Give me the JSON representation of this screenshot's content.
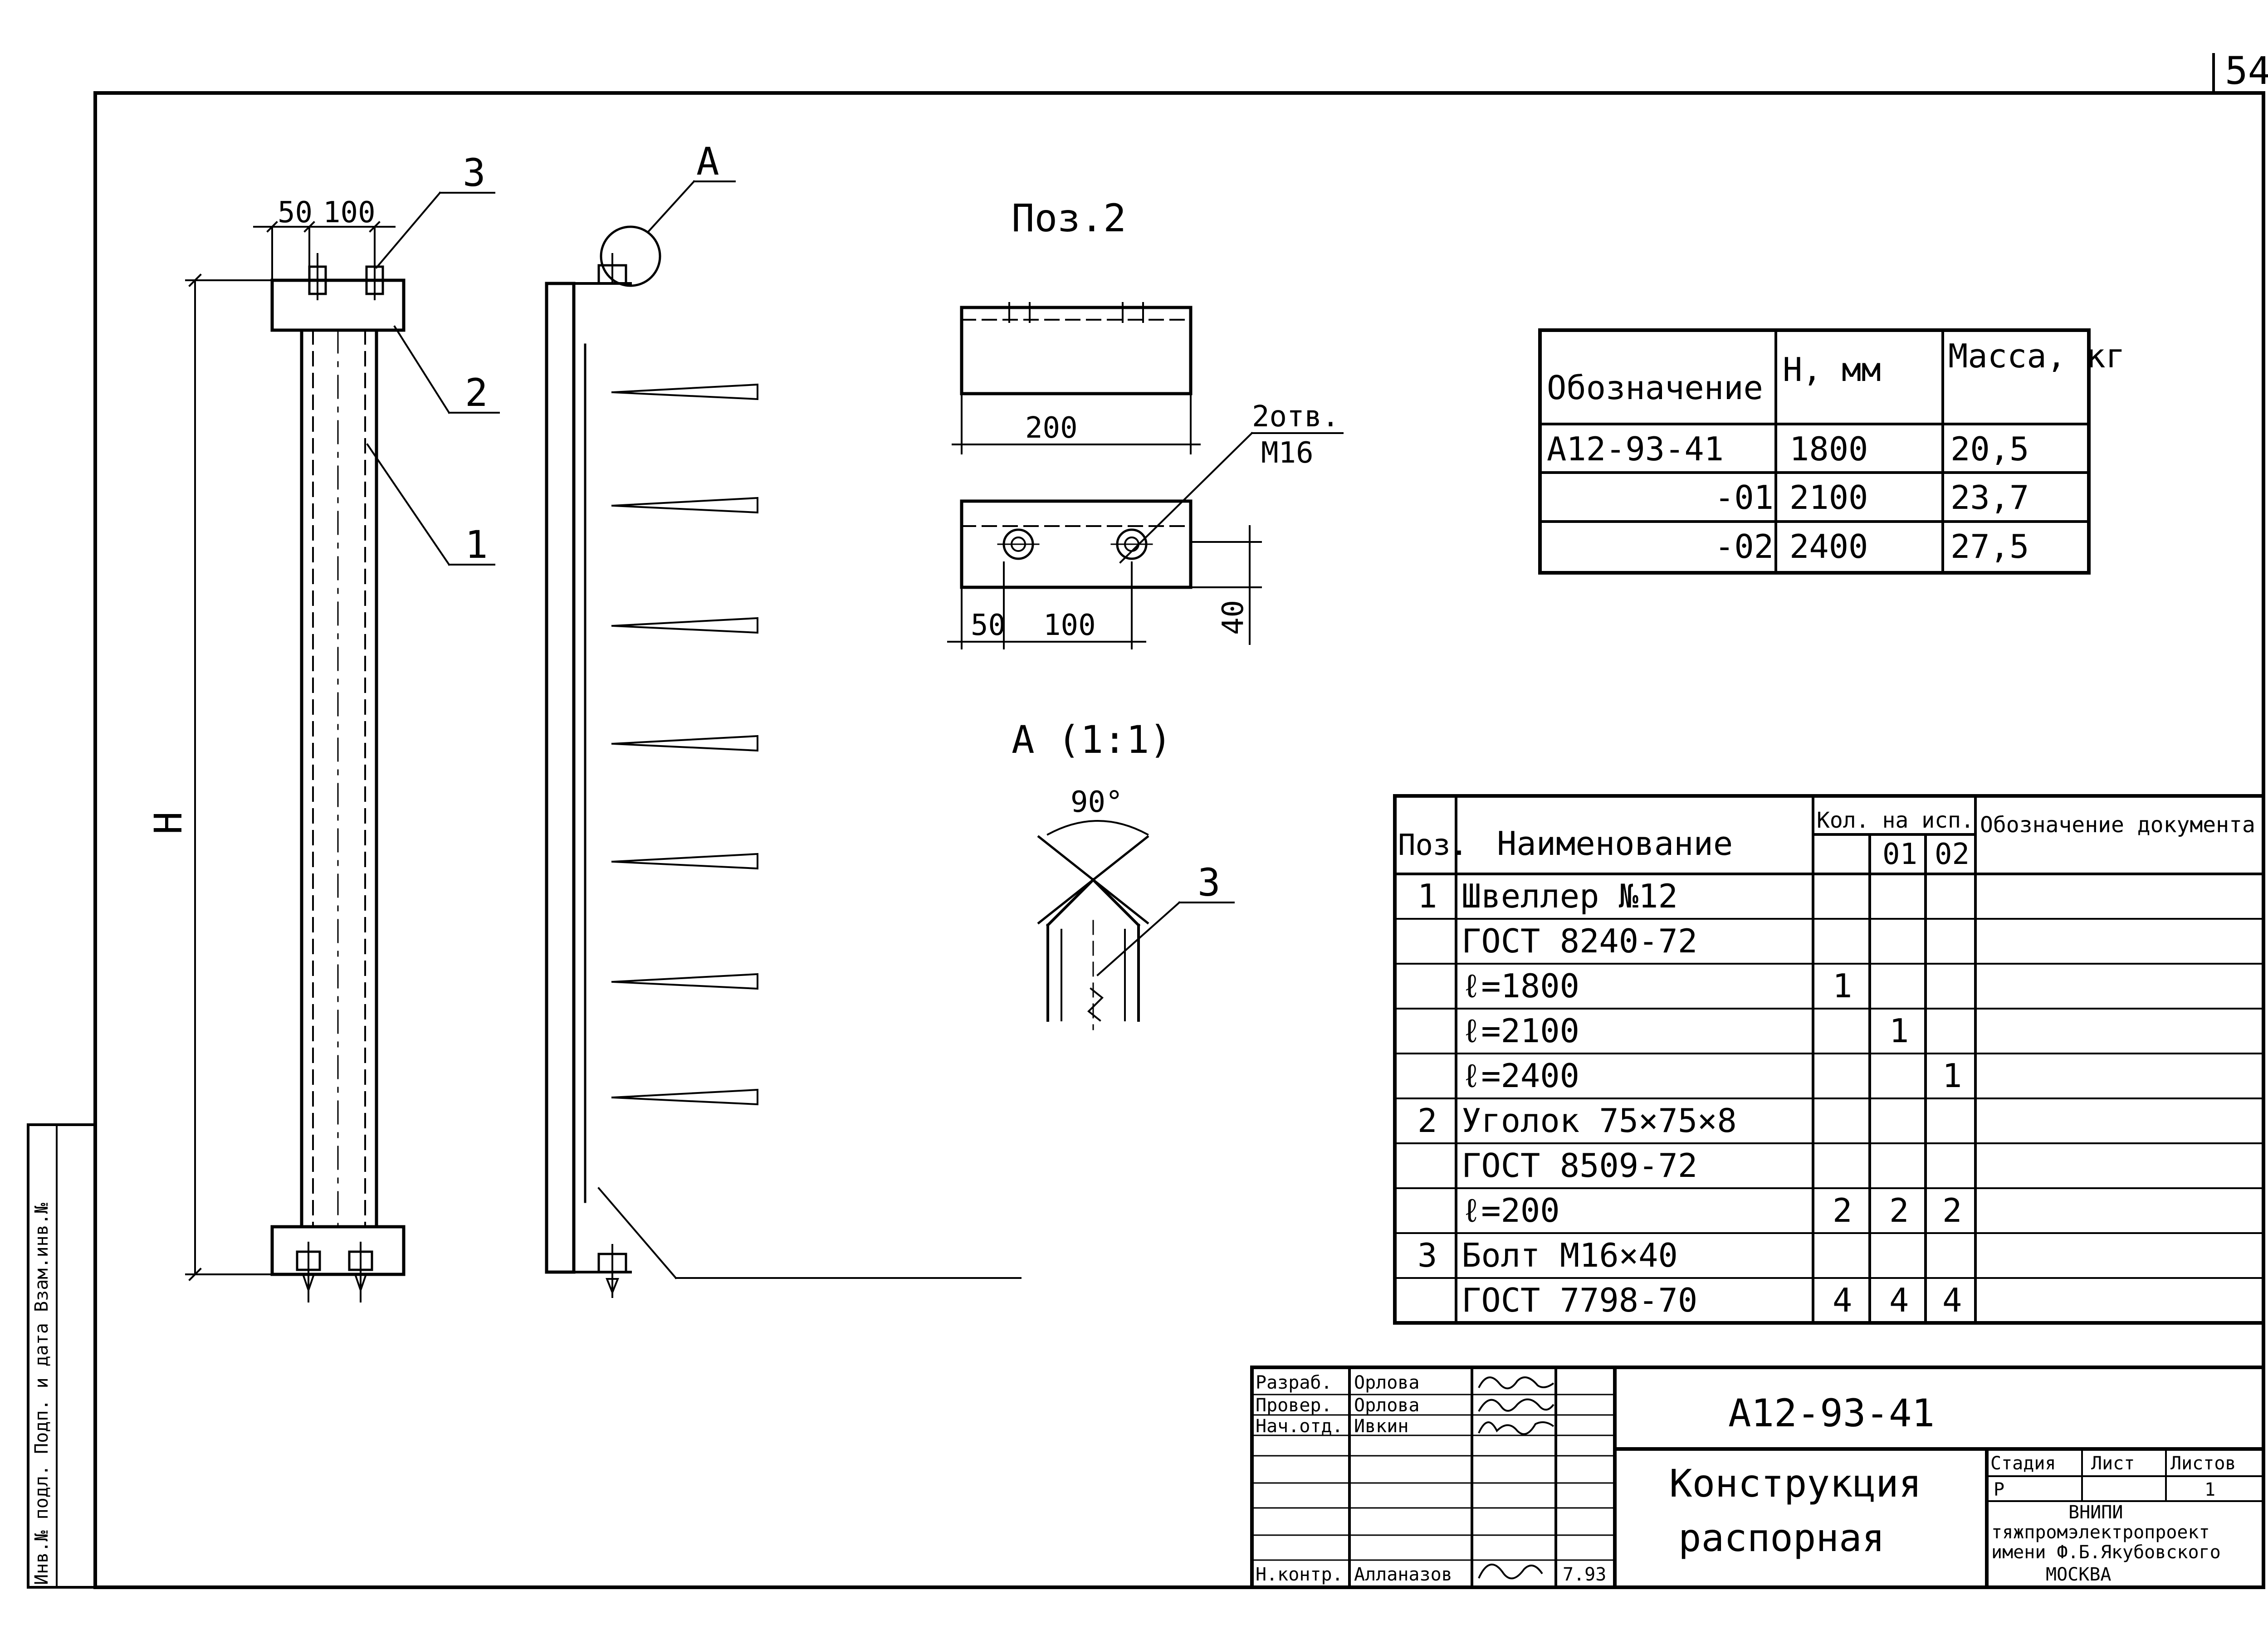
{
  "sheet_number": "54",
  "side_stamp": "Инв.№ подл. Подп. и дата Взам.инв.№",
  "main_view": {
    "dim_top_left": "50",
    "dim_top_right": "100",
    "height_label": "H",
    "callouts": [
      "3",
      "2",
      "1"
    ],
    "detail_callout": "А"
  },
  "pos2_detail": {
    "title": "Поз.2",
    "length_dim": "200",
    "holes_label_line1": "2отв.",
    "holes_label_line2": "М16",
    "dim_left": "50",
    "dim_mid": "100",
    "dim_height": "40"
  },
  "view_a": {
    "title": "А (1:1)",
    "angle": "90°",
    "callout": "3"
  },
  "variants_table": {
    "headers": [
      "Обозначение",
      "Н, мм",
      "Масса, кг"
    ],
    "rows": [
      [
        "А12-93-41",
        "1800",
        "20,5"
      ],
      [
        "-01",
        "2100",
        "23,7"
      ],
      [
        "-02",
        "2400",
        "27,5"
      ]
    ]
  },
  "spec_table": {
    "headers": {
      "pos": "Поз.",
      "name": "Наименование",
      "qty": "Кол. на исп.",
      "qty_01": "01",
      "qty_02": "02",
      "doc": "Обозначение документа"
    },
    "rows": [
      {
        "pos": "1",
        "name": "Швеллер №12",
        "q0": "",
        "q1": "",
        "q2": ""
      },
      {
        "pos": "",
        "name": "ГОСТ 8240-72",
        "q0": "",
        "q1": "",
        "q2": ""
      },
      {
        "pos": "",
        "name": "ℓ=1800",
        "q0": "1",
        "q1": "",
        "q2": ""
      },
      {
        "pos": "",
        "name": "ℓ=2100",
        "q0": "",
        "q1": "1",
        "q2": ""
      },
      {
        "pos": "",
        "name": "ℓ=2400",
        "q0": "",
        "q1": "",
        "q2": "1"
      },
      {
        "pos": "2",
        "name": "Уголок 75×75×8",
        "q0": "",
        "q1": "",
        "q2": ""
      },
      {
        "pos": "",
        "name": "ГОСТ 8509-72",
        "q0": "",
        "q1": "",
        "q2": ""
      },
      {
        "pos": "",
        "name": "ℓ=200",
        "q0": "2",
        "q1": "2",
        "q2": "2"
      },
      {
        "pos": "3",
        "name": "Болт М16×40",
        "q0": "",
        "q1": "",
        "q2": ""
      },
      {
        "pos": "",
        "name": "ГОСТ 7798-70",
        "q0": "4",
        "q1": "4",
        "q2": "4"
      }
    ]
  },
  "title_block": {
    "roles": [
      "Разраб.",
      "Провер.",
      "Нач.отд.",
      "Н.контр."
    ],
    "names": [
      "Орлова",
      "Орлова",
      "Ивкин",
      "Алланазов"
    ],
    "date": "7.93",
    "designation": "А12-93-41",
    "title_line1": "Конструкция",
    "title_line2": "распорная",
    "stage_header": "Стадия",
    "sheet_header": "Лист",
    "sheets_header": "Листов",
    "stage": "Р",
    "sheets": "1",
    "org_line1": "ВНИПИ",
    "org_line2": "тяжпромэлектропроект",
    "org_line3": "имени Ф.Б.Якубовского",
    "org_line4": "МОСКВА"
  }
}
